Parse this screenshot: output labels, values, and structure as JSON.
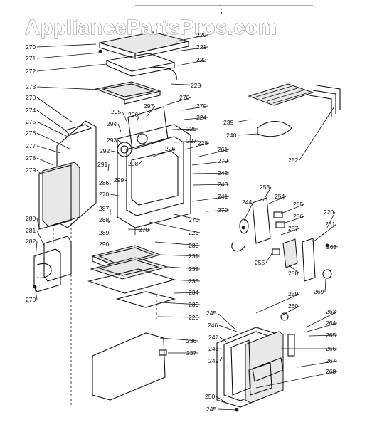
{
  "watermark": "AppliancePartsPros.com",
  "callouts": [
    {
      "id": "c1",
      "text": "270"
    },
    {
      "id": "c2",
      "text": "271"
    },
    {
      "id": "c3",
      "text": "272"
    },
    {
      "id": "c4",
      "text": "273"
    },
    {
      "id": "c5",
      "text": "270"
    },
    {
      "id": "c6",
      "text": "274"
    },
    {
      "id": "c7",
      "text": "275"
    },
    {
      "id": "c8",
      "text": "276"
    },
    {
      "id": "c9",
      "text": "277"
    },
    {
      "id": "c10",
      "text": "278"
    },
    {
      "id": "c11",
      "text": "279"
    },
    {
      "id": "c12",
      "text": "280"
    },
    {
      "id": "c13",
      "text": "281"
    },
    {
      "id": "c14",
      "text": "282"
    },
    {
      "id": "c15",
      "text": "270"
    },
    {
      "id": "c16",
      "text": "220"
    },
    {
      "id": "c17",
      "text": "221"
    },
    {
      "id": "c18",
      "text": "222"
    },
    {
      "id": "c19",
      "text": "223"
    },
    {
      "id": "c20",
      "text": "270"
    },
    {
      "id": "c21",
      "text": "270"
    },
    {
      "id": "c22",
      "text": "224"
    },
    {
      "id": "c23",
      "text": "225"
    },
    {
      "id": "c24",
      "text": "227"
    },
    {
      "id": "c25",
      "text": "228"
    },
    {
      "id": "c26",
      "text": "226"
    },
    {
      "id": "c27",
      "text": "295"
    },
    {
      "id": "c28",
      "text": "296"
    },
    {
      "id": "c29",
      "text": "297"
    },
    {
      "id": "c30",
      "text": "294"
    },
    {
      "id": "c31",
      "text": "293"
    },
    {
      "id": "c32",
      "text": "292"
    },
    {
      "id": "c33",
      "text": "298"
    },
    {
      "id": "c34",
      "text": "291"
    },
    {
      "id": "c35",
      "text": "286"
    },
    {
      "id": "c36",
      "text": "299"
    },
    {
      "id": "c37",
      "text": "270"
    },
    {
      "id": "c38",
      "text": "287"
    },
    {
      "id": "c39",
      "text": "288"
    },
    {
      "id": "c40",
      "text": "270"
    },
    {
      "id": "c41",
      "text": "289"
    },
    {
      "id": "c42",
      "text": "290"
    },
    {
      "id": "c43",
      "text": "261"
    },
    {
      "id": "c44",
      "text": "270"
    },
    {
      "id": "c45",
      "text": "242"
    },
    {
      "id": "c46",
      "text": "243"
    },
    {
      "id": "c47",
      "text": "241"
    },
    {
      "id": "c48",
      "text": "270"
    },
    {
      "id": "c49",
      "text": "270"
    },
    {
      "id": "c50",
      "text": "229"
    },
    {
      "id": "c51",
      "text": "230"
    },
    {
      "id": "c52",
      "text": "231"
    },
    {
      "id": "c53",
      "text": "232"
    },
    {
      "id": "c54",
      "text": "233"
    },
    {
      "id": "c55",
      "text": "234"
    },
    {
      "id": "c56",
      "text": "235"
    },
    {
      "id": "c57",
      "text": "220"
    },
    {
      "id": "c58",
      "text": "239"
    },
    {
      "id": "c59",
      "text": "240"
    },
    {
      "id": "c60",
      "text": "252"
    },
    {
      "id": "c61",
      "text": "253"
    },
    {
      "id": "c62",
      "text": "254"
    },
    {
      "id": "c63",
      "text": "244"
    },
    {
      "id": "c64",
      "text": "255"
    },
    {
      "id": "c65",
      "text": "256"
    },
    {
      "id": "c66",
      "text": "257"
    },
    {
      "id": "c67",
      "text": "255"
    },
    {
      "id": "c68",
      "text": "258"
    },
    {
      "id": "c69",
      "text": "220"
    },
    {
      "id": "c70",
      "text": "261"
    },
    {
      "id": "c71",
      "text": "262"
    },
    {
      "id": "c72",
      "text": "269"
    },
    {
      "id": "c73",
      "text": "259"
    },
    {
      "id": "c74",
      "text": "260"
    },
    {
      "id": "c75",
      "text": "263"
    },
    {
      "id": "c76",
      "text": "264"
    },
    {
      "id": "c77",
      "text": "265"
    },
    {
      "id": "c78",
      "text": "266"
    },
    {
      "id": "c79",
      "text": "267"
    },
    {
      "id": "c80",
      "text": "268"
    },
    {
      "id": "c81",
      "text": "245"
    },
    {
      "id": "c82",
      "text": "246"
    },
    {
      "id": "c83",
      "text": "247"
    },
    {
      "id": "c84",
      "text": "248"
    },
    {
      "id": "c85",
      "text": "249"
    },
    {
      "id": "c86",
      "text": "250"
    },
    {
      "id": "c87",
      "text": "245"
    },
    {
      "id": "c88",
      "text": "236"
    },
    {
      "id": "c89",
      "text": "237"
    }
  ]
}
